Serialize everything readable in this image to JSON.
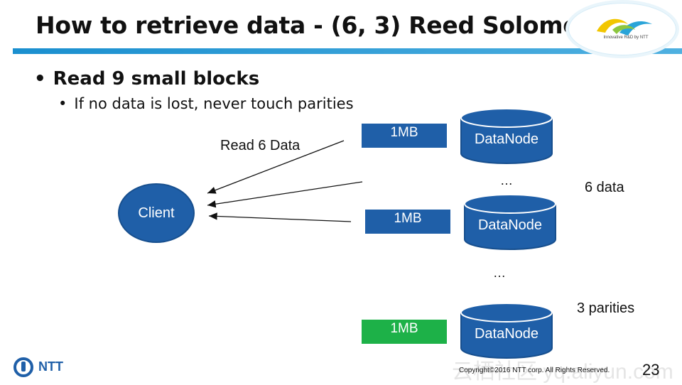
{
  "slide": {
    "title": "How to retrieve data - (6, 3) Reed Solomon-",
    "bullet_main": "Read 9 small blocks",
    "bullet_sub": "If no data is lost, never touch parities",
    "bullet_char": "•",
    "page_number": "23",
    "copyright": "Copyright©2016  NTT corp. All Rights Reserved.",
    "watermark": "云栖社区 yq.aliyun.com"
  },
  "logo": {
    "caption": "Innovative R&D by NTT",
    "brand": "NTT"
  },
  "diagram": {
    "client_label": "Client",
    "read_label": "Read 6 Data",
    "block_label": "1MB",
    "node_label": "DataNode",
    "ellipsis": "…",
    "data_count_label": "6 data",
    "parity_count_label": "3 parities"
  },
  "colors": {
    "accent_blue": "#1f5fa8",
    "parity_green": "#1db148",
    "title_bar": "#1a8fcf"
  }
}
